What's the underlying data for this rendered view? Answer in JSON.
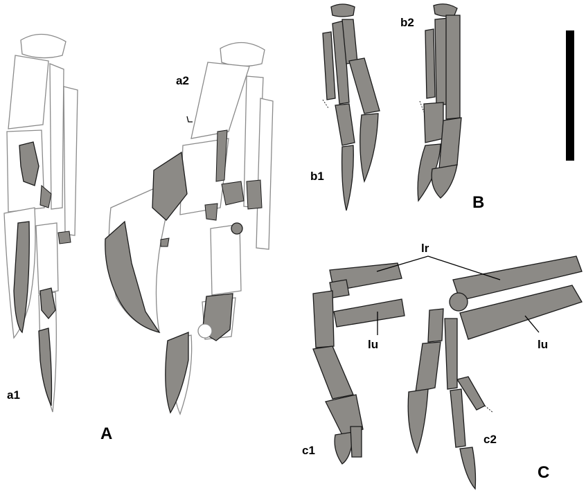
{
  "panels": {
    "A": {
      "letter": "A",
      "views": [
        "a1",
        "a2"
      ]
    },
    "B": {
      "letter": "B",
      "views": [
        "b1",
        "b2"
      ]
    },
    "C": {
      "letter": "C",
      "views": [
        "c1",
        "c2"
      ]
    }
  },
  "annotations": {
    "lr": "lr",
    "lu_c1": "lu",
    "lu_c2": "lu"
  },
  "colors": {
    "bone_fill": "#8c8a86",
    "outline_stroke": "#8a8a8a",
    "ink": "#1a1a1a",
    "scale_bar": "#000000",
    "background": "#ffffff"
  },
  "scale_bar": {
    "present": true,
    "orientation": "vertical"
  }
}
